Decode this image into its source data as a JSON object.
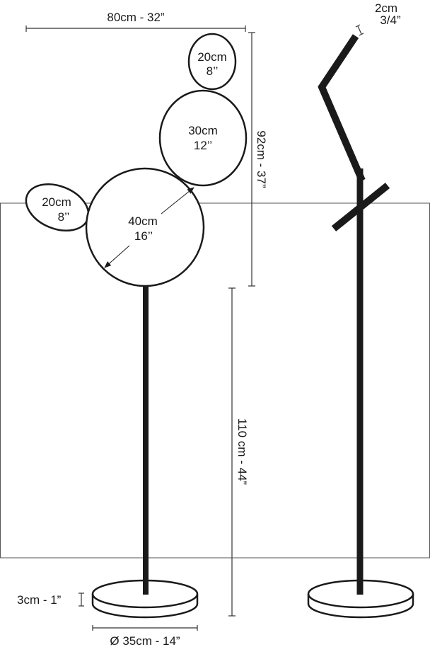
{
  "dimensions": {
    "total_width": "80cm - 32”",
    "head_height": "92cm - 37”",
    "stem_height": "110 cm - 44”",
    "base_thickness": "3cm - 1”",
    "base_diameter": "Ø 35cm - 14”",
    "shade_thickness_cm": "2cm",
    "shade_thickness_in": "3/4”"
  },
  "shades": [
    {
      "cm": "20cm",
      "in": "8’’"
    },
    {
      "cm": "30cm",
      "in": "12’’"
    },
    {
      "cm": "40cm",
      "in": "16’’"
    },
    {
      "cm": "20cm",
      "in": "8’’"
    }
  ],
  "colors": {
    "ink": "#1a1a1a",
    "frame": "#555555"
  }
}
